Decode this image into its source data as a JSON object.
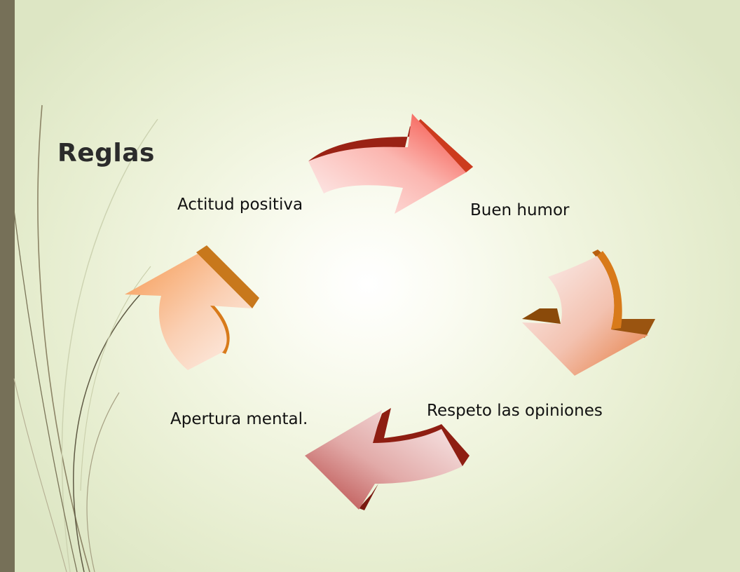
{
  "slide": {
    "title": "Reglas"
  },
  "cycle": {
    "items": [
      {
        "label": "Buen humor"
      },
      {
        "label": "Respeto las opiniones"
      },
      {
        "label": "Apertura mental."
      },
      {
        "label": "Actitud positiva"
      }
    ]
  },
  "colors": {
    "left_bar": "#767058",
    "arrow_red": "#e8331f",
    "arrow_orange": "#e07a1c",
    "arrow_dark_red": "#9a1a10",
    "arrow_light_orange": "#f5a05c"
  }
}
